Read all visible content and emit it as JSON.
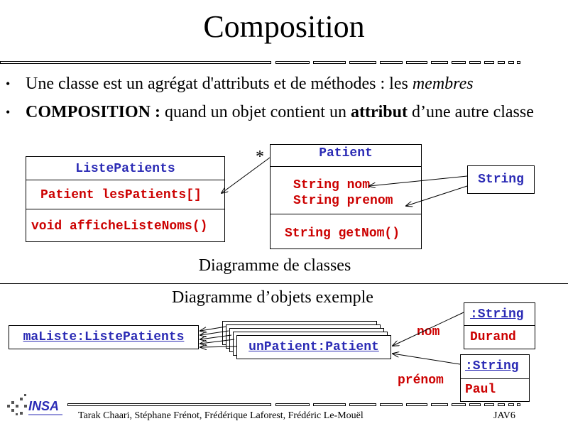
{
  "slide": {
    "title": "Composition",
    "bullets": [
      {
        "parts": [
          {
            "text": "Une classe est un agrégat d'attributs et de méthodes : les ",
            "style": "normal"
          },
          {
            "text": "membres",
            "style": "italic"
          }
        ]
      },
      {
        "parts": [
          {
            "text": "COMPOSITION : ",
            "style": "bold"
          },
          {
            "text": "quand un objet contient un ",
            "style": "normal"
          },
          {
            "text": "attribut",
            "style": "bold"
          },
          {
            "text": " d’une autre classe",
            "style": "normal"
          }
        ]
      }
    ],
    "bullet_glyph": "•"
  },
  "class_diagram": {
    "caption": "Diagramme de classes",
    "liste_patients": {
      "name": "ListePatients",
      "attribute": "Patient lesPatients[]",
      "method": "void afficheListeNoms()"
    },
    "patient": {
      "name": "Patient",
      "attributes": [
        "String nom",
        "String prenom"
      ],
      "method": "String getNom()"
    },
    "string_class": {
      "name": "String"
    },
    "multiplicity": "*"
  },
  "object_diagram": {
    "caption": "Diagramme d’objets exemple",
    "ma_liste": "maListe:ListePatients",
    "un_patient": "unPatient:Patient",
    "string_nom": {
      "type": ":String",
      "value": "Durand",
      "role": "nom"
    },
    "string_prenom": {
      "type": ":String",
      "value": "Paul",
      "role": "prénom"
    }
  },
  "footer": {
    "authors": "Tarak Chaari, Stéphane Frénot, Frédérique Laforest, Frédéric Le-Mouël",
    "page": "JAV6",
    "logo_text": "INSA"
  },
  "colors": {
    "class_name": "#2b2bb5",
    "member": "#cc0000",
    "object_name": "#2b2bb5"
  }
}
